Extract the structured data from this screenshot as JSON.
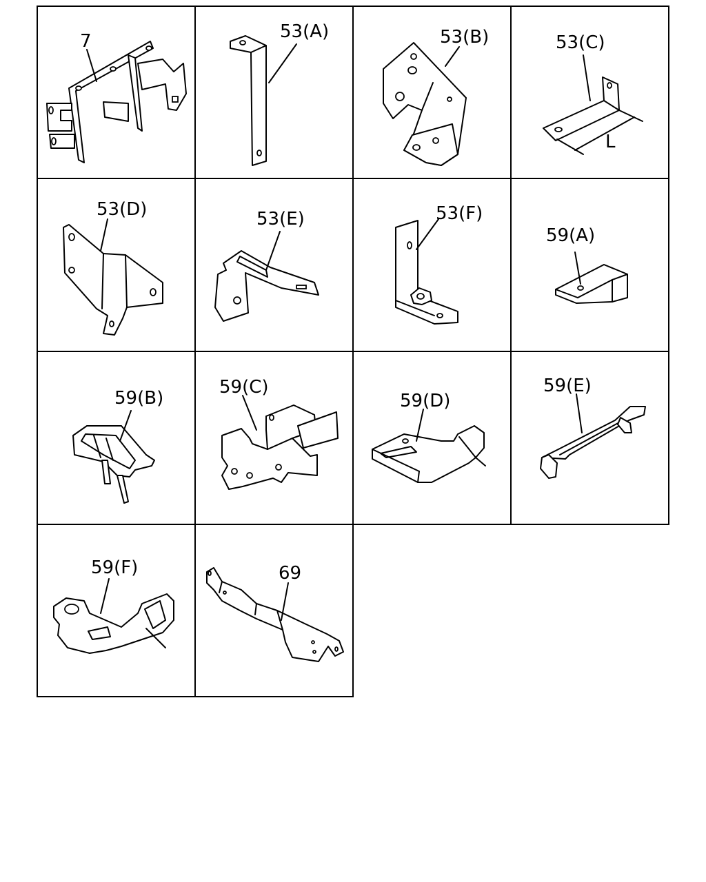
{
  "parts": [
    {
      "label": "7"
    },
    {
      "label": "53(A)"
    },
    {
      "label": "53(B)"
    },
    {
      "label": "53(C)",
      "dimension": "L"
    },
    {
      "label": "53(D)"
    },
    {
      "label": "53(E)"
    },
    {
      "label": "53(F)"
    },
    {
      "label": "59(A)"
    },
    {
      "label": "59(B)"
    },
    {
      "label": "59(C)"
    },
    {
      "label": "59(D)"
    },
    {
      "label": "59(E)"
    },
    {
      "label": "59(F)"
    },
    {
      "label": "69"
    }
  ]
}
